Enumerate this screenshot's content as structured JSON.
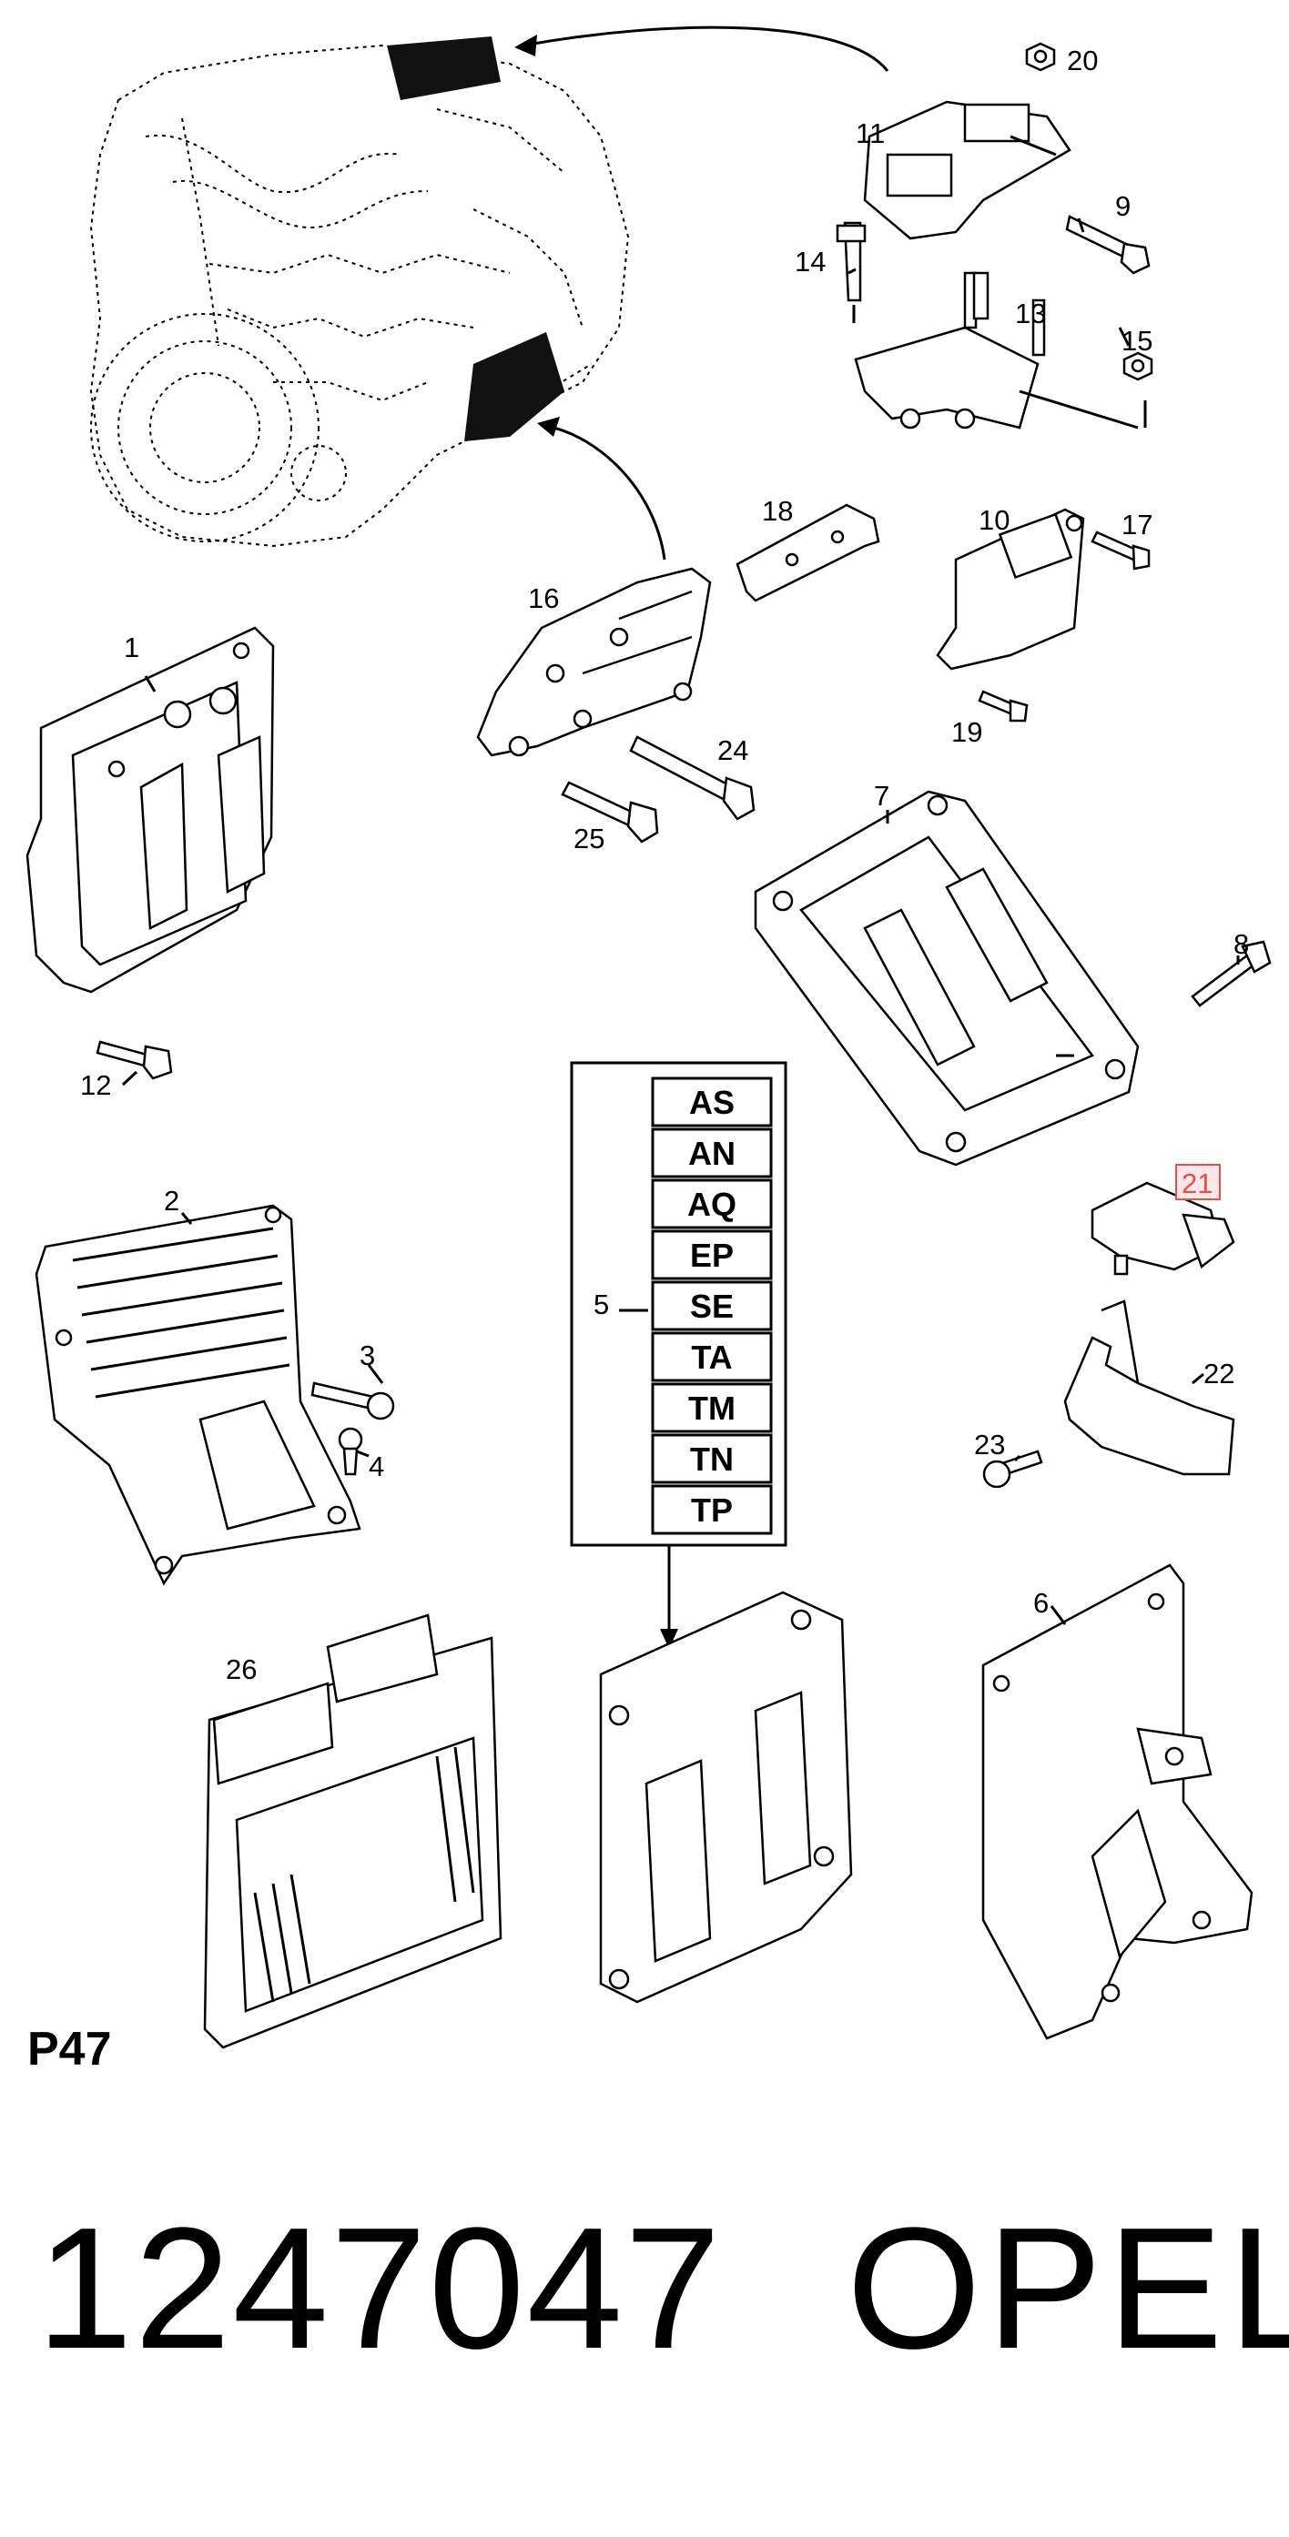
{
  "diagram": {
    "sheet_code": "P47",
    "part_number": "1247047",
    "brand": "OPEL",
    "callouts": {
      "c1": "1",
      "c2": "2",
      "c3": "3",
      "c4": "4",
      "c5": "5",
      "c6": "6",
      "c7": "7",
      "c8": "8",
      "c9": "9",
      "c10": "10",
      "c11": "11",
      "c12": "12",
      "c13": "13",
      "c14": "14",
      "c15": "15",
      "c16": "16",
      "c17": "17",
      "c18": "18",
      "c19": "19",
      "c20": "20",
      "c21": "21",
      "c22": "22",
      "c23": "23",
      "c24": "24",
      "c25": "25",
      "c26": "26"
    },
    "variants": [
      "AS",
      "AN",
      "AQ",
      "EP",
      "SE",
      "TA",
      "TM",
      "TN",
      "TP"
    ],
    "highlight_color": "#e05050"
  }
}
